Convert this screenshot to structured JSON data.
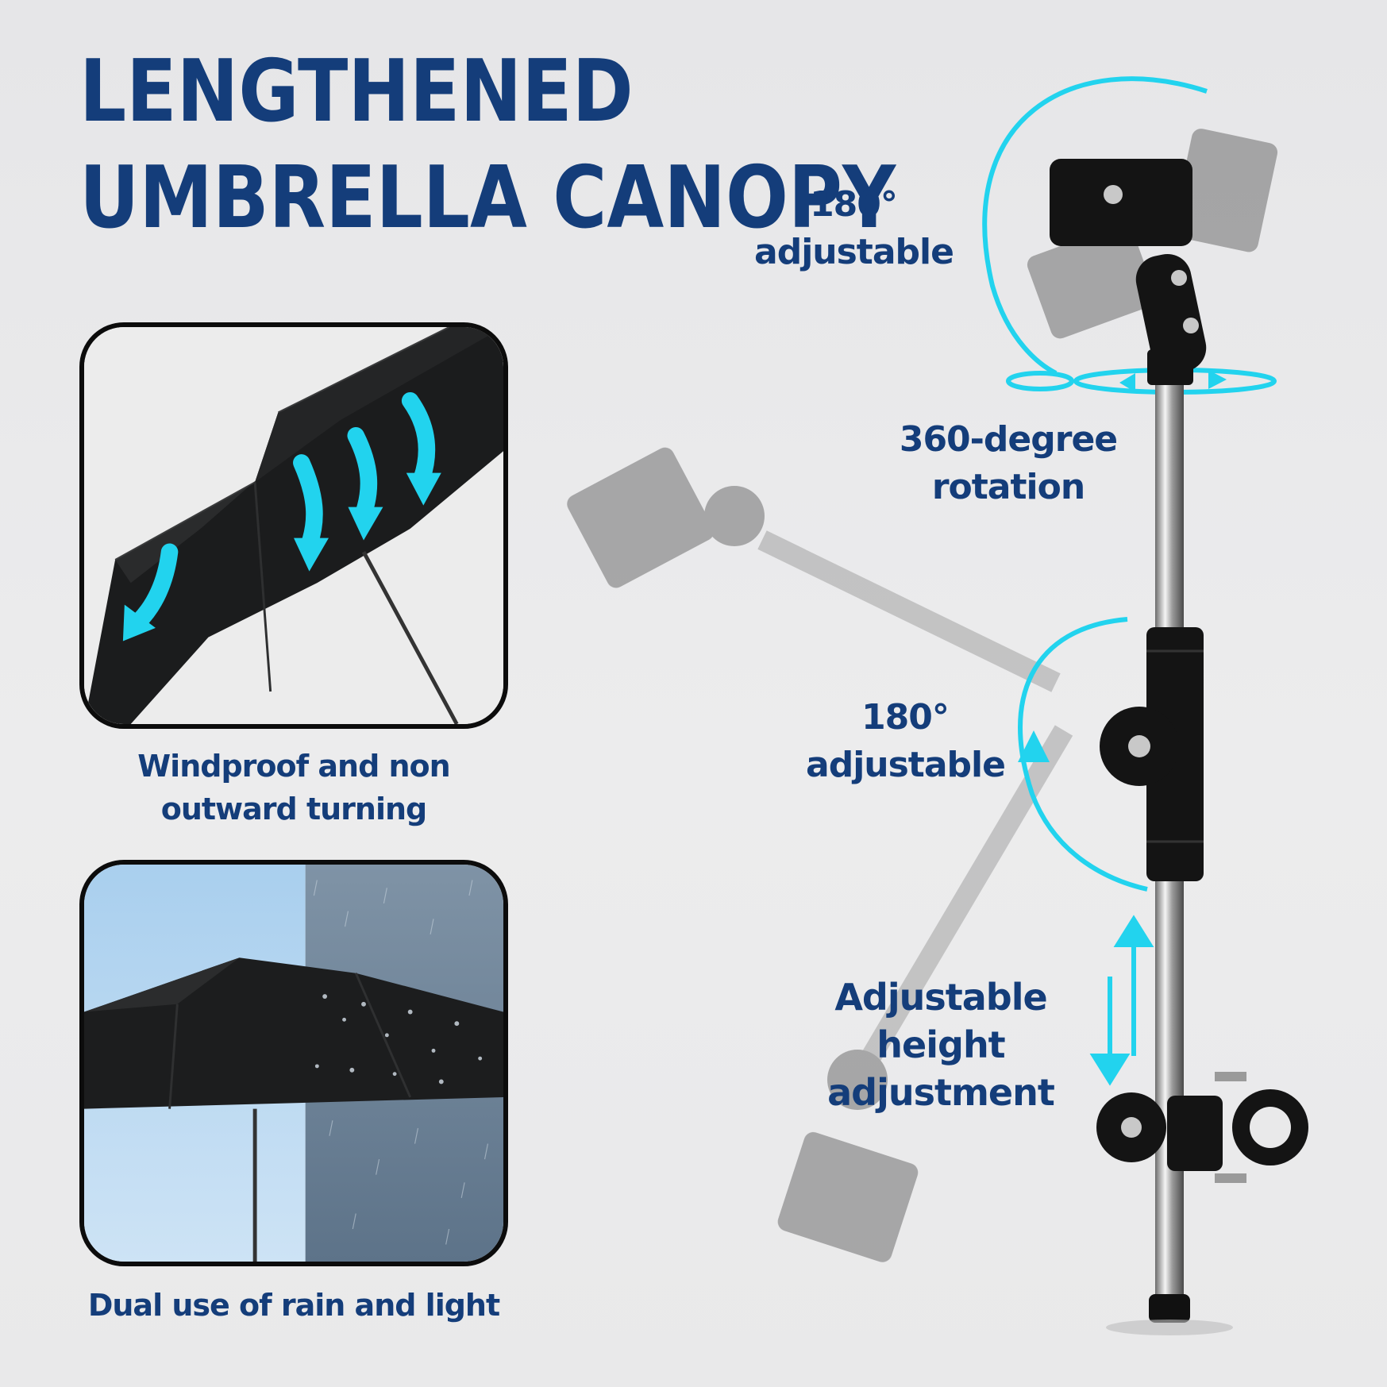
{
  "title": {
    "line1": "LENGTHENED",
    "line2": "UMBRELLA CANOPY"
  },
  "panels": [
    {
      "caption": "Windproof and non outward turning"
    },
    {
      "caption": "Dual use of rain and light"
    }
  ],
  "labels": {
    "top_adjust": {
      "line1": "180°",
      "line2": "adjustable"
    },
    "rotation": {
      "line1": "360-degree",
      "line2": "rotation"
    },
    "mid_adjust": {
      "line1": "180°",
      "line2": "adjustable"
    },
    "height": {
      "line1": "Adjustable height",
      "line2": "adjustment"
    }
  },
  "colors": {
    "title": "#143d7a",
    "accent_arrow": "#22d3ee",
    "frame": "#0c0c0c"
  }
}
